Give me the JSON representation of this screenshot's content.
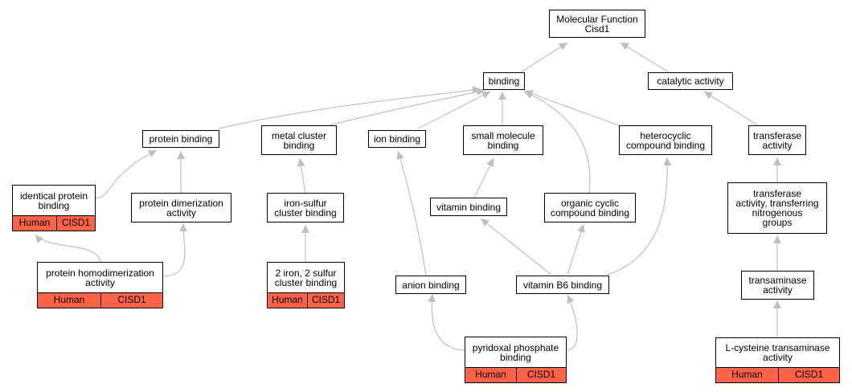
{
  "annotation_colors": {
    "fill": "#ff6347",
    "edge": "#c0c0c0"
  },
  "nodes": {
    "root": {
      "lines": [
        "Molecular Function",
        "Cisd1"
      ]
    },
    "binding": {
      "lines": [
        "binding"
      ]
    },
    "catalytic": {
      "lines": [
        "catalytic activity"
      ]
    },
    "protein_binding": {
      "lines": [
        "protein binding"
      ]
    },
    "metal_cluster": {
      "lines": [
        "metal cluster",
        "binding"
      ]
    },
    "ion_binding": {
      "lines": [
        "ion binding"
      ]
    },
    "small_molecule": {
      "lines": [
        "small molecule",
        "binding"
      ]
    },
    "heterocyclic": {
      "lines": [
        "heterocyclic",
        "compound binding"
      ]
    },
    "transferase": {
      "lines": [
        "transferase",
        "activity"
      ]
    },
    "identical_protein": {
      "lines": [
        "identical protein",
        "binding"
      ],
      "species": "Human",
      "gene": "CISD1"
    },
    "protein_dimerization": {
      "lines": [
        "protein dimerization",
        "activity"
      ]
    },
    "iron_sulfur": {
      "lines": [
        "iron-sulfur",
        "cluster binding"
      ]
    },
    "vitamin_binding": {
      "lines": [
        "vitamin binding"
      ]
    },
    "organic_cyclic": {
      "lines": [
        "organic cyclic",
        "compound binding"
      ]
    },
    "transferase_n": {
      "lines": [
        "transferase",
        "activity, transferring",
        "nitrogenous",
        "groups"
      ]
    },
    "homodimerization": {
      "lines": [
        "protein homodimerization",
        "activity"
      ],
      "species": "Human",
      "gene": "CISD1"
    },
    "two_iron": {
      "lines": [
        "2 iron, 2 sulfur",
        "cluster binding"
      ],
      "species": "Human",
      "gene": "CISD1"
    },
    "anion_binding": {
      "lines": [
        "anion binding"
      ]
    },
    "vitamin_b6": {
      "lines": [
        "vitamin B6 binding"
      ]
    },
    "transaminase": {
      "lines": [
        "transaminase",
        "activity"
      ]
    },
    "pyridoxal": {
      "lines": [
        "pyridoxal phosphate",
        "binding"
      ],
      "species": "Human",
      "gene": "CISD1"
    },
    "cysteine_transaminase": {
      "lines": [
        "L-cysteine transaminase",
        "activity"
      ],
      "species": "Human",
      "gene": "CISD1"
    }
  }
}
